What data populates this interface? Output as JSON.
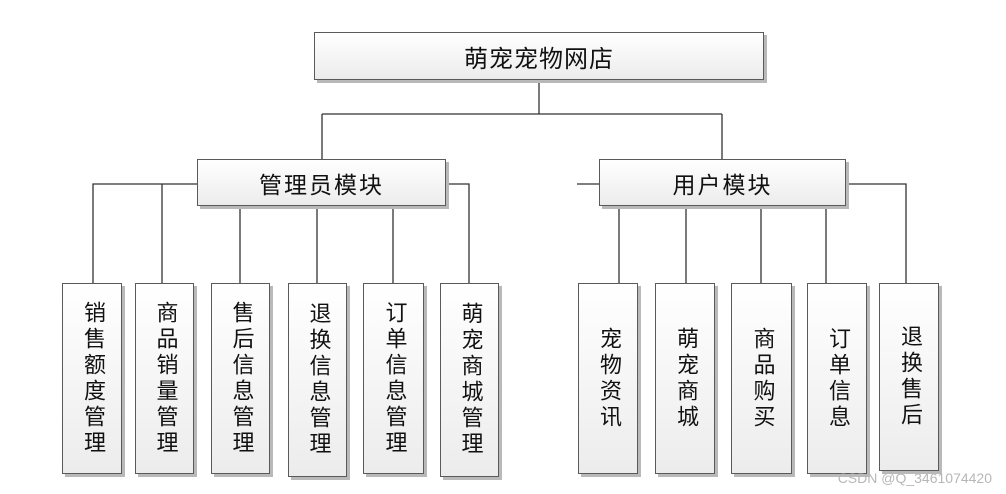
{
  "title": "萌宠宠物网店",
  "modules": [
    {
      "label": "管理员模块",
      "children": [
        "销售额度管理",
        "商品销量管理",
        "售后信息管理",
        "退换信息管理",
        "订单信息管理",
        "萌宠商城管理"
      ]
    },
    {
      "label": "用户模块",
      "children": [
        "宠物资讯",
        "萌宠商城",
        "商品购买",
        "订单信息",
        "退换售后"
      ]
    }
  ],
  "watermark": "CSDN @Q_3461074420",
  "colors": {
    "border": "#5a5a5a",
    "line": "#333333",
    "fill_top": "#ffffff",
    "fill_bottom": "#ececec"
  }
}
